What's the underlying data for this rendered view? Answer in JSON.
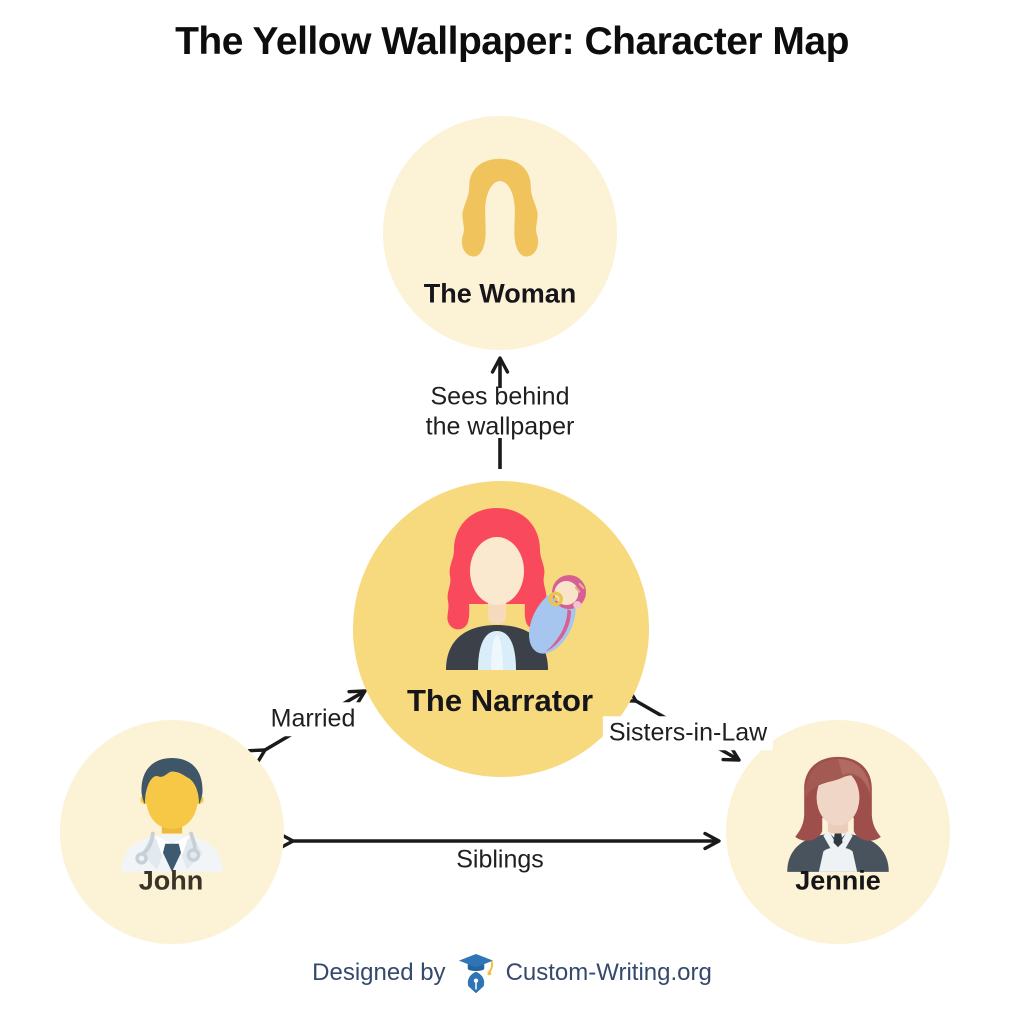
{
  "title": "The Yellow Wallpaper: Character Map",
  "nodes": [
    {
      "id": "the-woman",
      "label": "The Woman",
      "icon": "woman-hair-icon"
    },
    {
      "id": "the-narrator",
      "label": "The Narrator",
      "icon": "mother-with-baby-icon"
    },
    {
      "id": "john",
      "label": "John",
      "icon": "doctor-icon"
    },
    {
      "id": "jennie",
      "label": "Jennie",
      "icon": "housekeeper-icon"
    }
  ],
  "edges": [
    {
      "from": "the-narrator",
      "to": "the-woman",
      "label": "Sees behind the wallpaper",
      "direction": "one-way"
    },
    {
      "from": "the-narrator",
      "to": "john",
      "label": "Married",
      "direction": "two-way"
    },
    {
      "from": "the-narrator",
      "to": "jennie",
      "label": "Sisters-in-Law",
      "direction": "two-way"
    },
    {
      "from": "john",
      "to": "jennie",
      "label": "Siblings",
      "direction": "two-way"
    }
  ],
  "footer": {
    "prefix": "Designed by",
    "brand": "Custom-Writing.org",
    "logo": "custom-writing-logo"
  },
  "colors": {
    "background": "#FFFFFF",
    "node_bg_light": "#FCF2D6",
    "node_bg_accent": "#F7D97E",
    "arrow": "#1A1A1A",
    "title_text": "#0D0D0D",
    "footer_text": "#35496D",
    "brand_blue": "#2F74B5",
    "brand_yellow": "#F0BE3C",
    "hair_gold": "#F0C35C",
    "narrator_hair_red": "#F9495D",
    "john_face_yellow": "#F7C845",
    "jennie_hair_auburn": "#9F4F4B"
  }
}
